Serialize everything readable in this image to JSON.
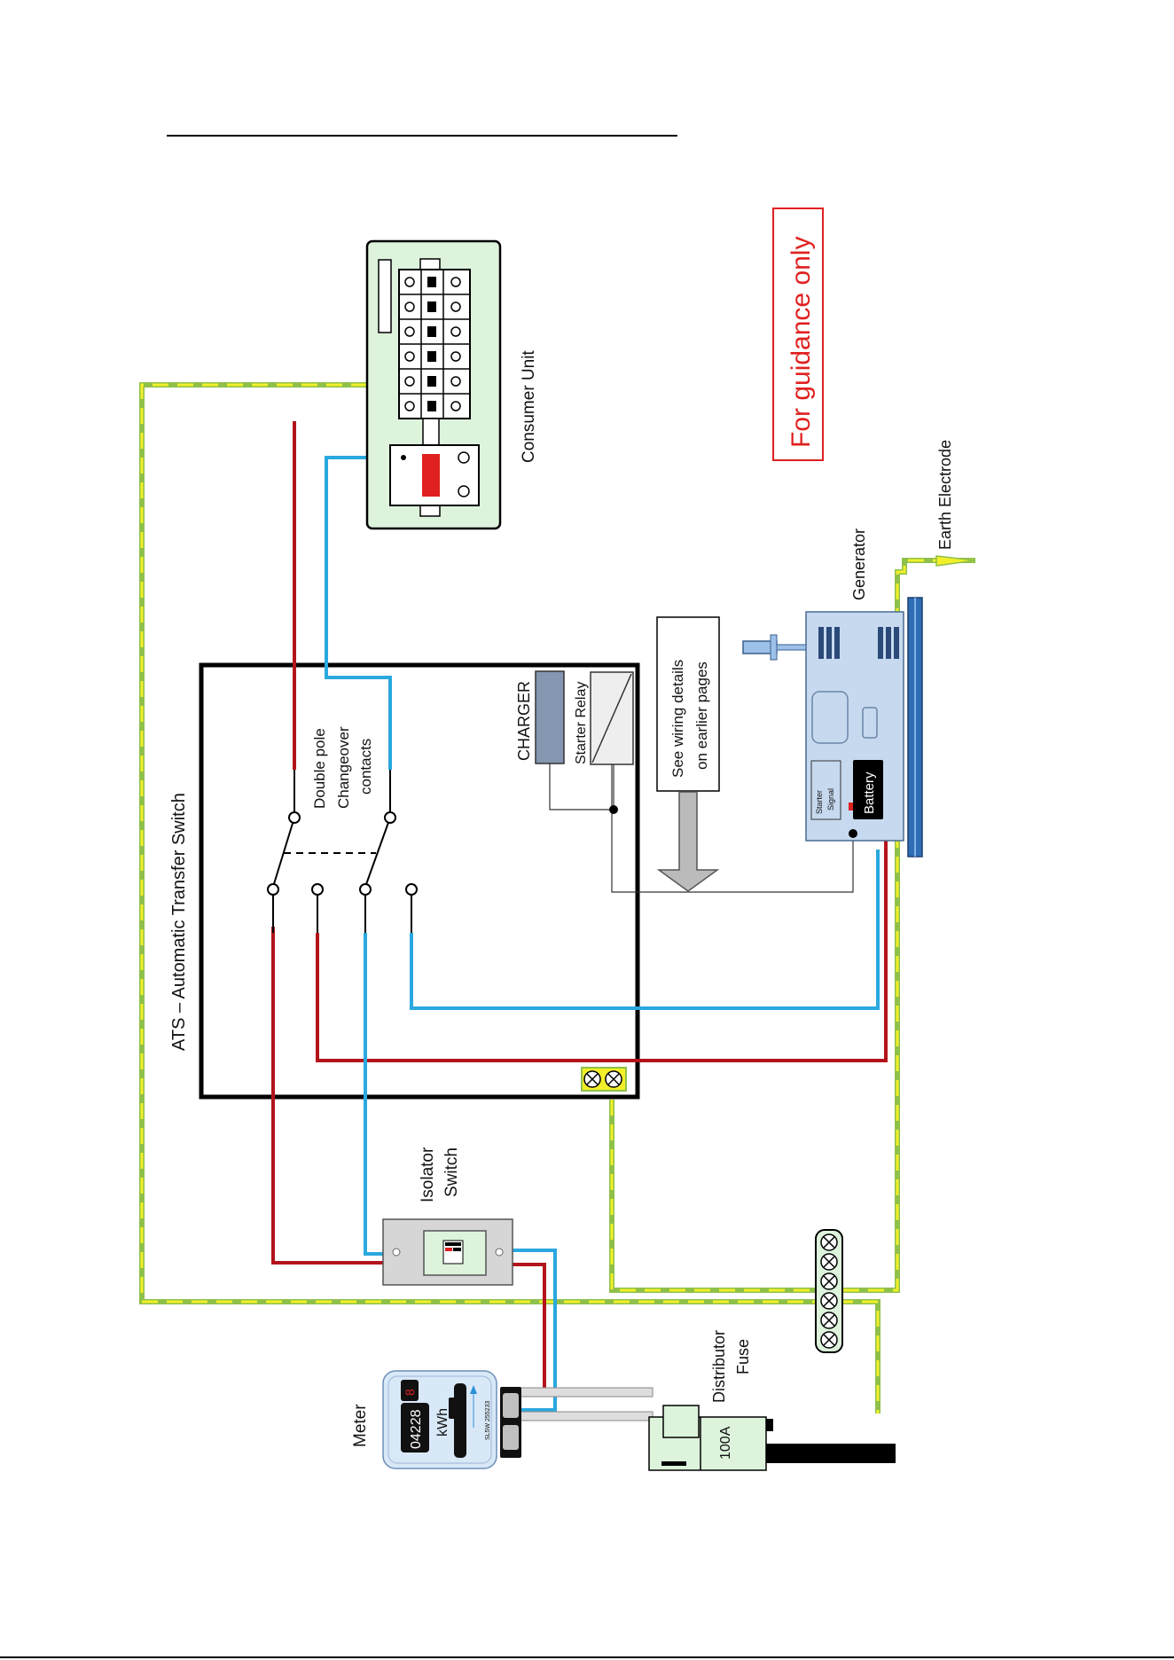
{
  "labels": {
    "ats_title": "ATS – Automatic Transfer Switch",
    "contacts": [
      "Double pole",
      "Changeover",
      "contacts"
    ],
    "charger": "CHARGER",
    "starter_relay": "Starter Relay",
    "see_wiring": [
      "See wiring details",
      "on earlier pages"
    ],
    "consumer_unit": "Consumer Unit",
    "guidance": "For guidance only",
    "generator": "Generator",
    "earth_electrode": "Earth Electrode",
    "starter_signal": [
      "Starter",
      "Signal"
    ],
    "battery": "Battery",
    "isolator": [
      "Isolator",
      "Switch"
    ],
    "distributor_fuse": [
      "Distributor",
      "Fuse"
    ],
    "fuse_rating": "100A",
    "meter": "Meter",
    "meter_reading": "04228",
    "meter_digit": "8",
    "meter_unit": "kWh",
    "meter_serial": "SL5W 255233"
  },
  "colors": {
    "live": "#b3141c",
    "neutral": "#2aa8df",
    "earth_green": "#8fc04a",
    "earth_yellow": "#f2ef2a",
    "panel_green": "#ddf3dc",
    "generator_blue": "#c6d9ef",
    "guidance_red": "#e02020"
  }
}
